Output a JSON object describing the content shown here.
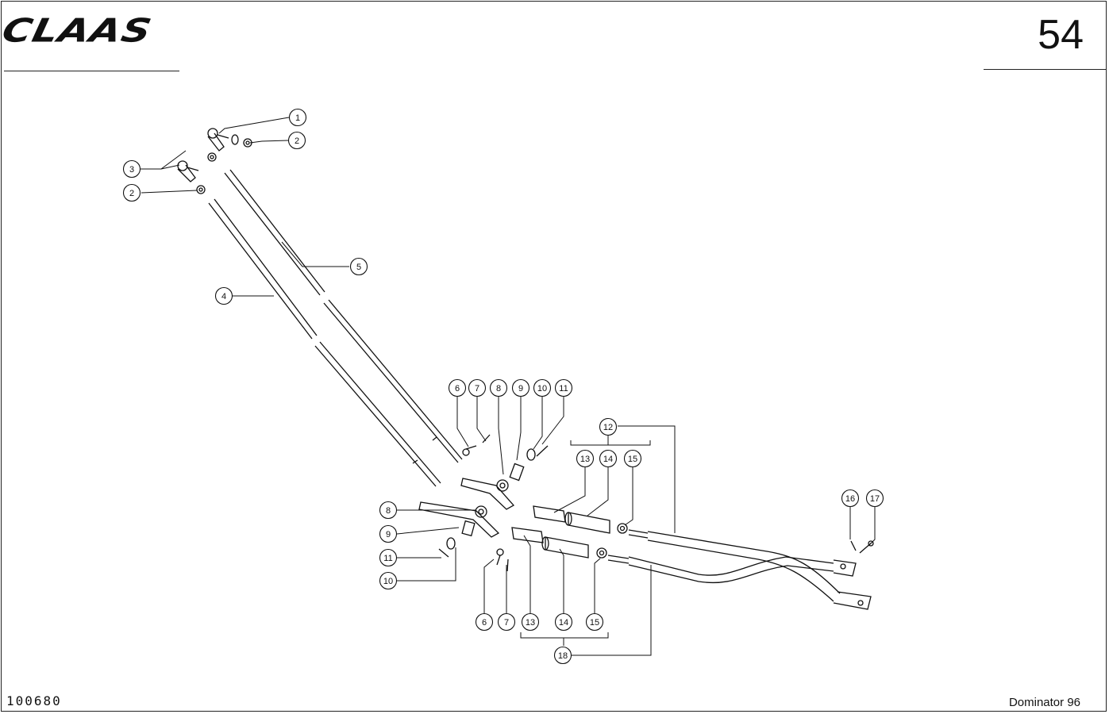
{
  "header": {
    "brand": "CLAAS",
    "page_number": "54"
  },
  "footer": {
    "drawing_code": "100680",
    "model": "Dominator 96"
  },
  "callouts": [
    {
      "label": "1"
    },
    {
      "label": "2"
    },
    {
      "label": "3"
    },
    {
      "label": "2"
    },
    {
      "label": "5"
    },
    {
      "label": "4"
    },
    {
      "label": "6"
    },
    {
      "label": "7"
    },
    {
      "label": "8"
    },
    {
      "label": "9"
    },
    {
      "label": "10"
    },
    {
      "label": "11"
    },
    {
      "label": "12"
    },
    {
      "label": "13"
    },
    {
      "label": "14"
    },
    {
      "label": "15"
    },
    {
      "label": "16"
    },
    {
      "label": "17"
    },
    {
      "label": "8"
    },
    {
      "label": "9"
    },
    {
      "label": "11"
    },
    {
      "label": "10"
    },
    {
      "label": "6"
    },
    {
      "label": "7"
    },
    {
      "label": "13"
    },
    {
      "label": "14"
    },
    {
      "label": "15"
    },
    {
      "label": "18"
    }
  ]
}
